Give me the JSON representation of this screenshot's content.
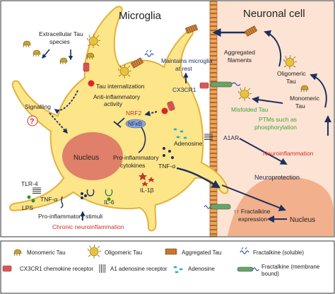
{
  "panels": {
    "microglia_title": "Microglia",
    "neuron_title": "Neuronal cell"
  },
  "microglia": {
    "extracellular_tau": [
      "Extracellular Tau",
      "species"
    ],
    "tau_internalization": "Tau internalization",
    "maintains_at_rest": [
      "Maintains microglia",
      "at rest"
    ],
    "cx3cr1": "CX3CR1",
    "signalling": "Signalling",
    "question_mark": "?",
    "anti_inflammatory": [
      "Anti-inflammatory",
      "activity"
    ],
    "nrf2": "NRF2",
    "nfkb": "NFκB",
    "nucleus": "Nucleus",
    "pro_inflammatory": [
      "Pro-inflammatory",
      "cytokines"
    ],
    "il1b": "IL-1β",
    "tlr4": "TLR-4",
    "lps": "LPS",
    "tnfa": "TNF-α",
    "il6": "IL-6",
    "pro_inflammatory_stimuli": "Pro-inflammatory stimuli",
    "chronic_neuroinflammation": "Chronic neuroinflammation",
    "adenosine": "Adenosine",
    "tnfa_out": "TNF-α"
  },
  "neuron": {
    "aggregated_filaments": [
      "Aggregated",
      "filaments"
    ],
    "oligomeric_tau": [
      "Oligomeric",
      "Tau"
    ],
    "monomeric_tau": [
      "Monomeric",
      "Tau"
    ],
    "misfolded_tau": "Misfolded Tau",
    "ptms": [
      "PTMs such as",
      "phosphorylation"
    ],
    "a1ar": "A1AR",
    "neuroinflammation": "Neuroinflammation",
    "neuroprotection": "Neuroprotection",
    "fractalkine_expression": [
      "↑↑ Fractalkine",
      "expression"
    ],
    "nucleus": "Nucleus"
  },
  "legend": {
    "monomeric_tau": "Monomeric Tau",
    "oligomeric_tau": "Oligomeric Tau",
    "aggregated_tau": "Aggregated Tau",
    "fractalkine_soluble": "Fractalkine (soluble)",
    "cx3cr1_receptor": "CX3CR1 chemokine receptor",
    "a1_receptor": "A1 adenosine receptor",
    "adenosine": "Adenosine",
    "fractalkine_membrane": [
      "Fractalkine (membrane",
      "bound)"
    ]
  },
  "colors": {
    "cell_fill": "#fde58a",
    "cell_stroke": "#e2b23c",
    "nucleus_fill": "#e07f6a",
    "neuron_fill": "#fde3d3",
    "membrane": "#c9782e",
    "arrow": "#1b3060",
    "green_text": "#3aa43a",
    "red_text": "#d42a2a"
  }
}
